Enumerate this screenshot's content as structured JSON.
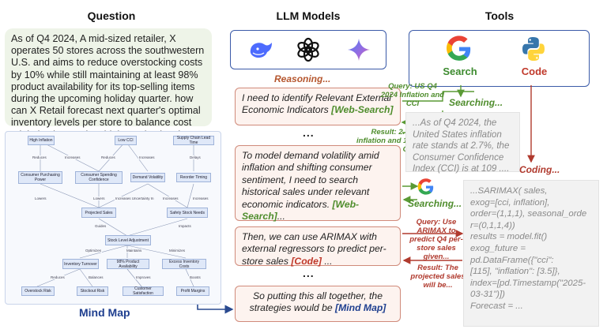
{
  "headers": {
    "question": "Question",
    "llm_models": "LLM Models",
    "tools": "Tools"
  },
  "question_text": "As of Q4 2024, A mid-sized retailer, X operates 50 stores across the southwestern U.S. and aims to reduce overstocking costs by 10% while still maintaining at least 98% product availability for its top-selling items during the upcoming holiday quarter. how can X Retail forecast next quarter's optimal inventory levels per store to balance cost minimization against high service levels?",
  "llm_icons": [
    "deepseek-whale-icon",
    "openai-knot-icon",
    "gemini-sparkle-icon"
  ],
  "tools_panel": {
    "search_label": "Search",
    "code_label": "Code",
    "search_color": "#3d8b2f",
    "code_color": "#c0392b"
  },
  "reasoning_label": "Reasoning...",
  "coding_label": "Coding...",
  "steps": {
    "step1_text": "I need to identify Relevant External Economic Indicators",
    "step1_tag": "[Web-Search]",
    "step2_text": "To model demand volatility amid inflation and shifting consumer sentiment, I need to search historical sales under relevant economic indicators.",
    "step2_tag": "[Web-Search]",
    "step2_tail": "...",
    "step3_text": "Then, we can use ARIMAX with external regressors to predict per-store sales",
    "step3_tag": "[Code]",
    "step3_tail": "...",
    "step4_text": "So putting this all together, the strategies would be",
    "step4_tag": "[Mind Map]",
    "ellipsis": "..."
  },
  "flows": {
    "query1": "Query: US Q4 2024 Inflation and CCI",
    "searching1": "Searching...",
    "result1": "Result: 2.7% inflation and 109 CCI",
    "search_result_text": "...As of Q4 2024, the United States inflation rate stands at 2.7%, the Consumer Confidence Index (CCI) is at 109 ....",
    "searching2": "Searching...",
    "query2": "Query: Use ARIMAX to predict Q4 per-store sales given...",
    "result2": "Result: The projected sales will be..."
  },
  "code_lines": [
    "...SARIMAX( sales,",
    "exog=[cci, inflation],",
    "order=(1,1,1), seasonal_orde",
    "r=(0,1,1,4))",
    "results = model.fit()",
    "exog_future =",
    "pd.DataFrame({\"cci\":",
    "[115], \"inflation\": [3.5]},",
    "index=[pd.Timestamp(\"2025-",
    "03-31\")])",
    "Forecast = ..."
  ],
  "mind_map": {
    "caption": "Mind Map",
    "nodes": {
      "high_inflation": "High Inflation",
      "low_cci": "Low CCI",
      "supply_chain": "Supply Chain Lead Time",
      "purchasing_power": "Consumer Purchasing Power",
      "spending_confidence": "Consumer Spending Confidence",
      "demand_volatility": "Demand Volatility",
      "reorder_timing": "Reorder Timing",
      "projected_sales": "Projected Sales",
      "safety_stock": "Safety Stock Needs",
      "stock_level": "Stock Level Adjustment",
      "inventory_turnover": "Inventory Turnover",
      "product_availability": "98% Product Availability",
      "excess_costs": "Excess Inventory Costs",
      "overstock_risk": "Overstock Risk",
      "stockout_risk": "Stockout Risk",
      "customer_satisfaction": "Customer Satisfaction",
      "profit_margins": "Profit Margins"
    },
    "edges": {
      "reduces": "Reduces",
      "increases": "Increases",
      "delays": "Delays",
      "lowers": "Lowers",
      "increases_uncertainty": "Increases Uncertainty In",
      "guides": "Guides",
      "impacts": "Impacts",
      "optimizes": "Optimizes",
      "maintains": "Maintains",
      "minimizes": "Minimizes",
      "balances": "Balances",
      "improves": "Improves",
      "boosts": "Boosts"
    }
  },
  "colors": {
    "reason_border": "#d08a7a",
    "arrow_green": "#5a9a35",
    "arrow_red": "#b03a2e",
    "arrow_blue": "#2a4a8f"
  }
}
